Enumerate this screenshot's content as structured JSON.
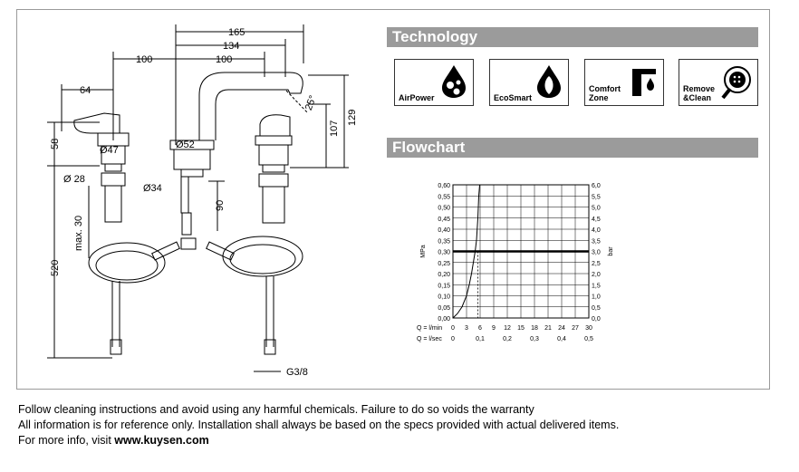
{
  "technology": {
    "title": "Technology",
    "badges": [
      {
        "label": "AirPower",
        "icon": "air-bubbles-icon"
      },
      {
        "label": "EcoSmart",
        "icon": "leaf-drop-icon"
      },
      {
        "label": "Comfort\nZone",
        "icon": "faucet-comfort-icon"
      },
      {
        "label": "Remove\n&Clean",
        "icon": "shower-clean-icon"
      }
    ]
  },
  "flowchart": {
    "title": "Flowchart"
  },
  "chart_data": {
    "type": "line",
    "title": "",
    "ylabel_left": "MPa",
    "ylabel_right": "bar",
    "left_ticks": [
      "0,60",
      "0,55",
      "0,50",
      "0,45",
      "0,40",
      "0,35",
      "0,30",
      "0,25",
      "0,20",
      "0,15",
      "0,10",
      "0,05",
      "0,00"
    ],
    "right_ticks": [
      "6,0",
      "5,5",
      "5,0",
      "4,5",
      "4,0",
      "3,5",
      "3,0",
      "2,5",
      "2,0",
      "1,5",
      "1,0",
      "0,5",
      "0,0"
    ],
    "x_row1_label": "Q = l/min",
    "x_row1_ticks": [
      "0",
      "3",
      "6",
      "9",
      "12",
      "15",
      "18",
      "21",
      "24",
      "27",
      "30"
    ],
    "x_row2_label": "Q = l/sec",
    "x_row2_ticks": [
      "0",
      "0,1",
      "0,2",
      "0,3",
      "0,4",
      "0,5"
    ],
    "ylim": [
      0,
      0.6
    ],
    "xlim": [
      0,
      30
    ],
    "reference_line_mpa": 0.3,
    "series": [
      {
        "values_x": [
          0,
          1,
          2,
          3,
          3.6,
          4.1,
          4.5,
          4.9,
          5.2,
          5.5,
          5.7,
          5.9
        ],
        "values_y": [
          0,
          0.02,
          0.05,
          0.1,
          0.15,
          0.2,
          0.25,
          0.3,
          0.35,
          0.45,
          0.55,
          0.6
        ]
      }
    ],
    "dashed_x": 5.5
  },
  "drawing": {
    "dims": {
      "d165": "165",
      "d134": "134",
      "d100a": "100",
      "d100b": "100",
      "d64": "64",
      "d25deg": "25°",
      "d107": "107",
      "d129": "129",
      "d58": "58",
      "d47": "Ø47",
      "d52": "Ø52",
      "d28": "Ø 28",
      "d34": "Ø34",
      "d90": "90",
      "dmax30": "max. 30",
      "d520": "520",
      "g38": "G3/8"
    }
  },
  "footer": {
    "line1": "Follow cleaning instructions and avoid using any harmful chemicals. Failure to do so voids the warranty",
    "line2": "All information is for reference only. Installation shall always be based on the specs provided with actual delivered items.",
    "line3_prefix": "For more info, visit ",
    "line3_link": "www.kuysen.com"
  },
  "colors": {
    "bar": "#9b9b9b",
    "line": "#000000"
  }
}
